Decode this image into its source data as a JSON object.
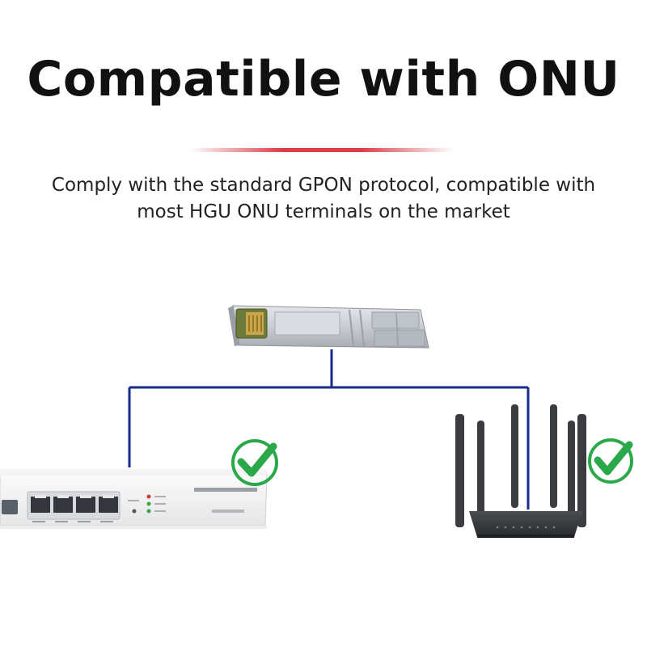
{
  "title": "Compatible with ONU",
  "subtitle_line1": "Comply with the standard GPON protocol, compatible with",
  "subtitle_line2": "most HGU ONU terminals on the market",
  "colors": {
    "accent_red": "#d72832",
    "link_blue": "#1a2a8c",
    "check_green": "#2aa84a"
  },
  "icons": {
    "module": "sfp-module",
    "left_device": "onu-device",
    "right_device": "router-device",
    "status": "check-icon"
  }
}
